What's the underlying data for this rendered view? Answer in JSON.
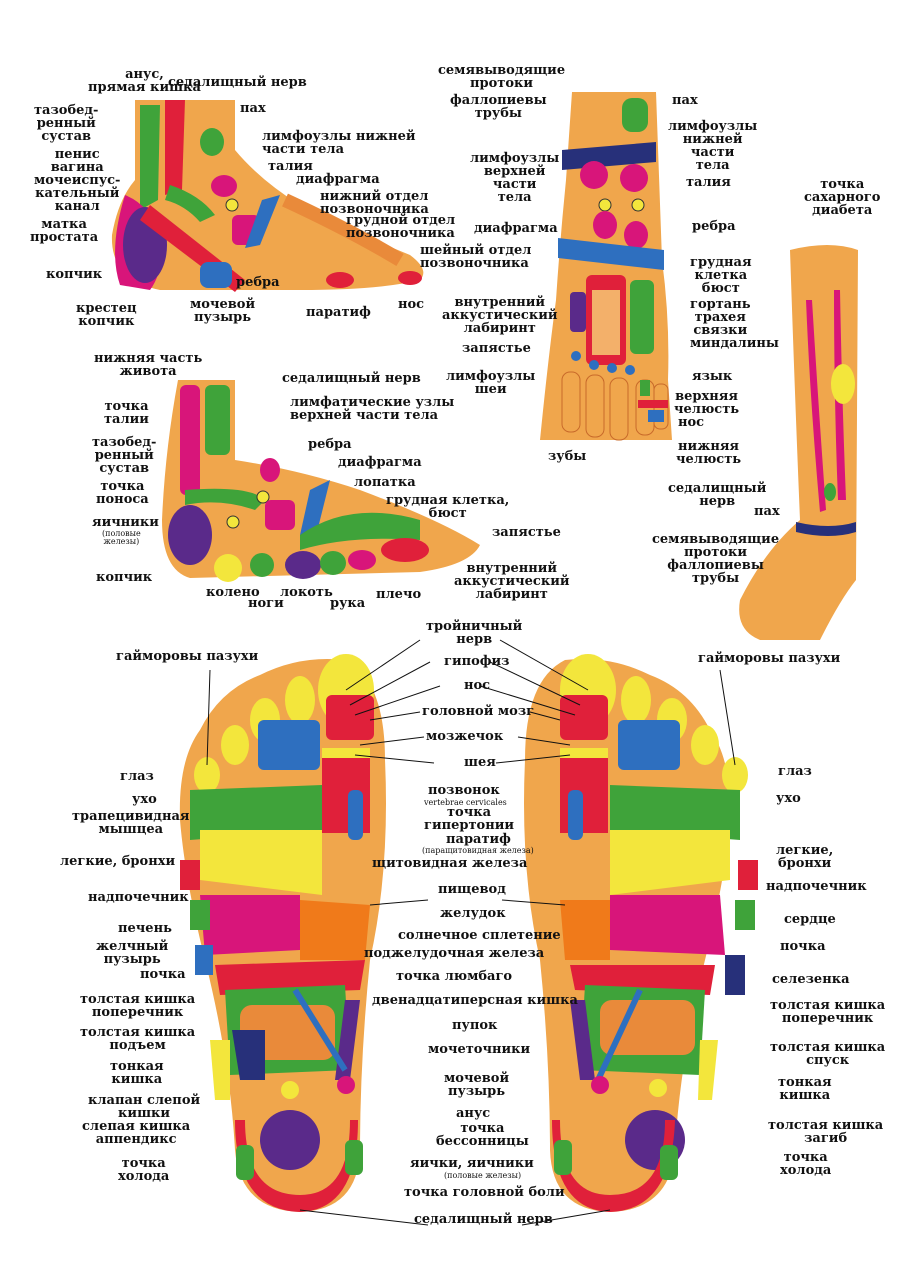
{
  "labels": {
    "anus": "анус,\nпрямая кишка",
    "sciatic_top": "седалищный нерв",
    "hip_joint": "тазобед-\nренный\nсустав",
    "pah1": "пах",
    "penis": "пенис\nвагина\nмочеиспус-\nкательный\nканал",
    "lymph_lower": "лимфоузлы нижней\nчасти тела",
    "waist1": "талия",
    "diaphragm1": "диафрагма",
    "lower_spine": "нижний отдел\nпозвоночника",
    "thoracic_spine": "грудной отдел\nпозвоночника",
    "uterus": "матка\nпростата",
    "cervical_spine": "шейный отдел\nпозвоночника",
    "coccyx1": "копчик",
    "ribs1": "ребра",
    "sacrum": "крестец\nкопчик",
    "bladder1": "мочевой\nпузырь",
    "paratif1": "паратиф",
    "nose1": "нос",
    "seminal1": "семявыводящие\nпротоки",
    "fallopian1": "фаллопиевы\nтрубы",
    "pah2": "пах",
    "lymph_upper": "лимфоузлы\nверхней\nчасти\nтела",
    "lymph_lower2": "лимфоузлы\nнижней\nчасти\nтела",
    "waist2": "талия",
    "diaphragm2": "диафрагма",
    "ribs2": "ребра",
    "chest2": "грудная\nклетка\nбюст",
    "ear_labyrinth": "внутренний\nаккустический\nлабиринт",
    "larynx": "гортань\nтрахея\nсвязки",
    "wrist2": "запястье",
    "tonsils": "миндалины",
    "lymph_neck": "лимфоузлы\nшеи",
    "tongue": "язык",
    "upper_jaw": "верхняя\nчелюсть",
    "nose2": "нос",
    "teeth": "зубы",
    "lower_jaw": "нижняя\nчелюсть",
    "diabetes": "точка\nсахарного\nдиабета",
    "lower_belly": "нижняя часть\nживота",
    "sciatic3": "седалищный нерв",
    "lymph_upper3": "лимфатические узлы\nверхней части тела",
    "waist_point": "точка\nталии",
    "ribs3": "ребра",
    "hip3": "тазобед-\nренный\nсустав",
    "diaphragm3": "диафрагма",
    "diarrhea": "точка\nпоноса",
    "scapula": "лопатка",
    "chest3": "грудная клетка,\nбюст",
    "ovaries3": "яичники",
    "ovaries3_note": "(половые\nжелезы)",
    "wrist3": "запястье",
    "coccyx3": "копчик",
    "ear3": "внутренний\nаккустический\nлабиринт",
    "knee": "колено",
    "legs": "ноги",
    "elbow": "локоть",
    "arm": "рука",
    "shoulder": "плечо",
    "sciatic4": "седалищный\nнерв",
    "pah4": "пах",
    "seminal4": "семявыводящие\nпротоки\nфаллопиевы\nтрубы",
    "sinuses_l": "гайморовы пазухи",
    "trigeminal": "тройничный\nнерв",
    "sinuses_r": "гайморовы пазухи",
    "pituitary": "гипофиз",
    "nose_c": "нос",
    "brain": "головной мозг",
    "cerebellum": "мозжечок",
    "neck": "шея",
    "eye_l": "глаз",
    "eye_r": "глаз",
    "vertebra": "позвонок",
    "vertebra_note": "vertebrae cervicales",
    "ear_l": "ухо",
    "ear_r": "ухо",
    "trapezius": "трапецивидная\nмышцеа",
    "hypertension": "точка\nгипертонии",
    "paratif_c": "паратиф",
    "paratif_note": "(паращитовидная железа)",
    "lungs_l": "легкие, бронхи",
    "lungs_r": "легкие,\nбронхи",
    "thyroid": "щитовидная железа",
    "adrenal_l": "надпочечник",
    "esophagus": "пищевод",
    "adrenal_r": "надпочечник",
    "stomach": "желудок",
    "liver": "печень",
    "heart": "сердце",
    "solar": "солнечное сплетение",
    "gallbladder": "желчный\nпузырь",
    "kidney_r": "почка",
    "pancreas": "поджелудочная железа",
    "kidney_l": "почка",
    "lumbago": "точка люмбаго",
    "spleen": "селезенка",
    "duodenum": "двенадцатиперсная кишка",
    "colon_trans_l": "толстая кишка\nпоперечник",
    "colon_trans_r": "толстая кишка\nпоперечник",
    "navel": "пупок",
    "colon_up": "толстая кишка\nподъем",
    "ureters": "мочеточники",
    "colon_down": "толстая кишка\nспуск",
    "small_int_l": "тонкая\nкишка",
    "bladder_c": "мочевой\nпузырь",
    "small_int_r": "тонкая\nкишка",
    "valve": "клапан слепой\nкишки",
    "anus_c": "анус",
    "appendix": "слепая кишка\nаппендикс",
    "insomnia": "точка\nбессонницы",
    "colon_bend": "толстая кишка\nзагиб",
    "cold_l": "точка\nхолода",
    "testicles": "яички, яичники",
    "testicles_note": "(половые железы)",
    "cold_r": "точка\nхолода",
    "headache": "точка головной боли",
    "sciatic_c": "седалищный нерв"
  },
  "colors": {
    "skin": "#f0a64c",
    "red": "#e0203a",
    "yellow": "#f3e63c",
    "green": "#3fa33a",
    "blue": "#2e6fbf",
    "navy": "#27307a",
    "purple": "#5a2a8a",
    "magenta": "#d8157a",
    "orange": "#f07a1a"
  }
}
